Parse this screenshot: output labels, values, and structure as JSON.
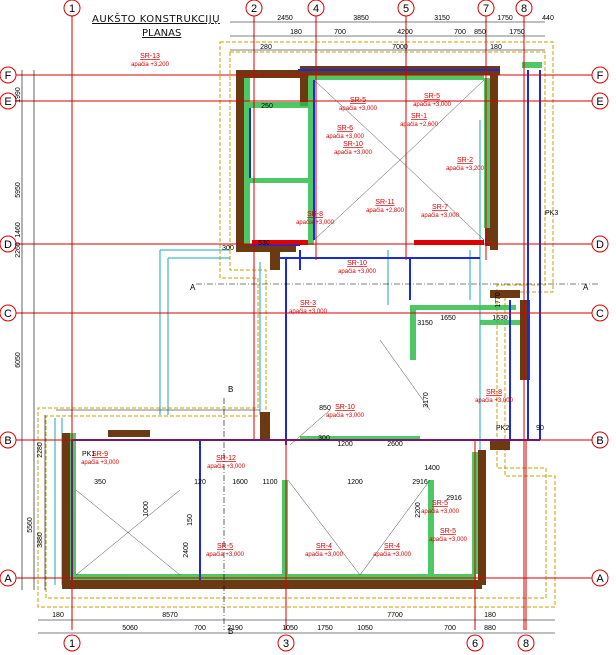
{
  "title": "AUKŠTO KONSTRUKCIJŲ",
  "subtitle": "PLANAS",
  "axes_top": [
    "1",
    "2",
    "4",
    "5",
    "7",
    "8"
  ],
  "axes_bottom": [
    "1",
    "3",
    "6",
    "8"
  ],
  "axes_rows": [
    "F",
    "E",
    "D",
    "C",
    "B",
    "A"
  ],
  "dims_top_row1": [
    "2450",
    "3850",
    "3150",
    "1750",
    "440"
  ],
  "dims_top_row2": [
    "180",
    "700",
    "4200",
    "700",
    "850",
    "1750"
  ],
  "dims_top_row3": [
    "280",
    "7000",
    "180"
  ],
  "dims_bottom_row1": [
    "180",
    "8570",
    "7700",
    "180"
  ],
  "dims_bottom_row2": [
    "5060",
    "700",
    "2190",
    "1050",
    "1750",
    "1050",
    "700",
    "880"
  ],
  "dims_left": [
    "5950",
    "6050",
    "5560",
    "3880",
    "2280",
    "1990",
    "1460",
    "2260"
  ],
  "colors": {
    "axis": "#d90000",
    "wall": "#6b3a12",
    "beam": "#1a2ae0",
    "green": "#2fbf4a",
    "cyan": "#16a9b5",
    "dash": "#c8a000",
    "label": "#d40000"
  },
  "labels": [
    {
      "id": "SR-13",
      "text": "SR-13",
      "sub": "apačia +3,200"
    },
    {
      "id": "SR-5a",
      "text": "SR-5",
      "sub": "apačia +3,000"
    },
    {
      "id": "SR-5b",
      "text": "SR-5",
      "sub": "apačia +3,000"
    },
    {
      "id": "SR-1",
      "text": "SR-1",
      "sub": "apačia +2,600"
    },
    {
      "id": "SR-6",
      "text": "SR-6",
      "sub": "apačia +3,000"
    },
    {
      "id": "SR-10a",
      "text": "SR-10",
      "sub": "apačia +3,000"
    },
    {
      "id": "SR-2",
      "text": "SR-2",
      "sub": "apačia +3,200"
    },
    {
      "id": "SR-7",
      "text": "SR-7",
      "sub": "apačia +3,000"
    },
    {
      "id": "SR-8a",
      "text": "SR-8",
      "sub": "apačia +3,000"
    },
    {
      "id": "SR-11",
      "text": "SR-11",
      "sub": "apačia +2,800"
    },
    {
      "id": "SR-10b",
      "text": "SR-10",
      "sub": "apačia +3,000"
    },
    {
      "id": "SR-3",
      "text": "SR-3",
      "sub": "apačia +3,000"
    },
    {
      "id": "SR-8b",
      "text": "SR-8",
      "sub": "apačia +3,000"
    },
    {
      "id": "SR-10c",
      "text": "SR-10",
      "sub": "apačia +3,000"
    },
    {
      "id": "SR-9",
      "text": "SR-9",
      "sub": "apačia +3,000"
    },
    {
      "id": "SR-12",
      "text": "SR-12",
      "sub": "apačia +3,000"
    },
    {
      "id": "SR-5c",
      "text": "SR-5",
      "sub": "apačia +3,000"
    },
    {
      "id": "SR-4a",
      "text": "SR-4",
      "sub": "apačia +3,000"
    },
    {
      "id": "SR-4b",
      "text": "SR-4",
      "sub": "apačia +3,000"
    },
    {
      "id": "SR-5d",
      "text": "SR-5",
      "sub": "apačia +3,000"
    },
    {
      "id": "SR-5e",
      "text": "SR-5",
      "sub": "apačia +3,000"
    }
  ],
  "marks": {
    "pk3": "PK3",
    "pk2": "PK2",
    "pk1": "PK1",
    "section_a": "A",
    "section_b": "B"
  },
  "misc_dims": [
    "250",
    "300",
    "1200",
    "2600",
    "1200",
    "2916",
    "2916",
    "120",
    "1600",
    "1100",
    "1000",
    "150",
    "2400",
    "2200",
    "1400",
    "3150",
    "1770",
    "1650",
    "1630",
    "3170",
    "350",
    "90",
    "530",
    "300",
    "850"
  ]
}
